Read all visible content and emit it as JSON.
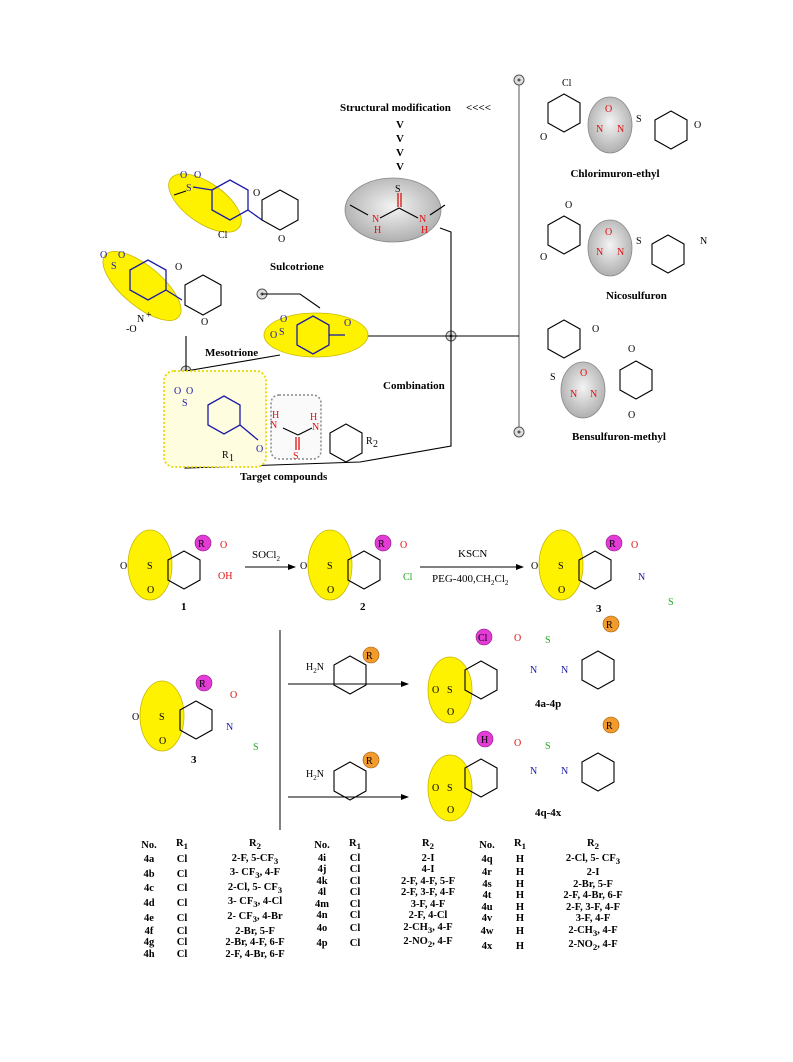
{
  "design": {
    "structural_modification": "Structural modification",
    "arrows_left": "<<<<",
    "arrow_down": "V",
    "combination": "Combination",
    "target_compounds": "Target compounds",
    "sulcotrione": "Sulcotrione",
    "mesotrione": "Mesotrione",
    "chlorimuron": "Chlorimuron-ethyl",
    "nicosulfuron": "Nicosulfuron",
    "bensulfuron": "Bensulfuron-methyl"
  },
  "atoms": {
    "O": "O",
    "S": "S",
    "N": "N",
    "H": "H",
    "Cl": "Cl",
    "OH": "OH",
    "NO2_o": "-O",
    "NO2_n": "N",
    "NO2_plus": "+",
    "R1": "R",
    "R1_sub": "1",
    "R2": "R",
    "R2_sub": "2"
  },
  "scheme": {
    "reagent1": "SOCl",
    "reagent1_sub": "2",
    "reagent2": "KSCN",
    "reagent3": "PEG-400,CH",
    "reagent3_sub1": "2",
    "reagent3_mid": "Cl",
    "reagent3_sub2": "2",
    "cmpd1": "1",
    "cmpd2": "2",
    "cmpd3": "3",
    "cmpd3b": "3",
    "amine": "H",
    "amine_sub": "2",
    "amine_n": "N",
    "prod1": "4a-4p",
    "prod2": "4q-4x"
  },
  "table": {
    "headers": [
      "No.",
      "R1",
      "R2"
    ],
    "col1": [
      [
        "4a",
        "Cl",
        "2-F, 5-CF3"
      ],
      [
        "4b",
        "Cl",
        "3- CF3, 4-F"
      ],
      [
        "4c",
        "Cl",
        "2-Cl, 5- CF3"
      ],
      [
        "4d",
        "Cl",
        "3- CF3, 4-Cl"
      ],
      [
        "4e",
        "Cl",
        "2- CF3, 4-Br"
      ],
      [
        "4f",
        "Cl",
        "2-Br, 5-F"
      ],
      [
        "4g",
        "Cl",
        "2-Br, 4-F, 6-F"
      ],
      [
        "4h",
        "Cl",
        "2-F, 4-Br, 6-F"
      ]
    ],
    "col2": [
      [
        "4i",
        "Cl",
        "2-I"
      ],
      [
        "4j",
        "Cl",
        "4-I"
      ],
      [
        "4k",
        "Cl",
        "2-F, 4-F, 5-F"
      ],
      [
        "4l",
        "Cl",
        "2-F, 3-F, 4-F"
      ],
      [
        "4m",
        "Cl",
        "3-F, 4-F"
      ],
      [
        "4n",
        "Cl",
        "2-F, 4-Cl"
      ],
      [
        "4o",
        "Cl",
        "2-CH3, 4-F"
      ],
      [
        "4p",
        "Cl",
        "2-NO2, 4-F"
      ]
    ],
    "col3": [
      [
        "4q",
        "H",
        "2-Cl, 5- CF3"
      ],
      [
        "4r",
        "H",
        "2-I"
      ],
      [
        "4s",
        "H",
        "2-Br, 5-F"
      ],
      [
        "4t",
        "H",
        "2-F, 4-Br, 6-F"
      ],
      [
        "4u",
        "H",
        "2-F, 3-F, 4-F"
      ],
      [
        "4v",
        "H",
        "3-F, 4-F"
      ],
      [
        "4w",
        "H",
        "2-CH3, 4-F"
      ],
      [
        "4x",
        "H",
        "2-NO2, 4-F"
      ]
    ]
  },
  "colors": {
    "highlight_yellow": "#fff200",
    "pharmacophore_grey": "#c8c8c8",
    "blue_bonds": "#1a1aa6",
    "red_atoms": "#e01010",
    "r1_magenta": "#e23bd6",
    "r2_orange": "#f39a2c",
    "sulfur_green": "#1ea81e"
  }
}
